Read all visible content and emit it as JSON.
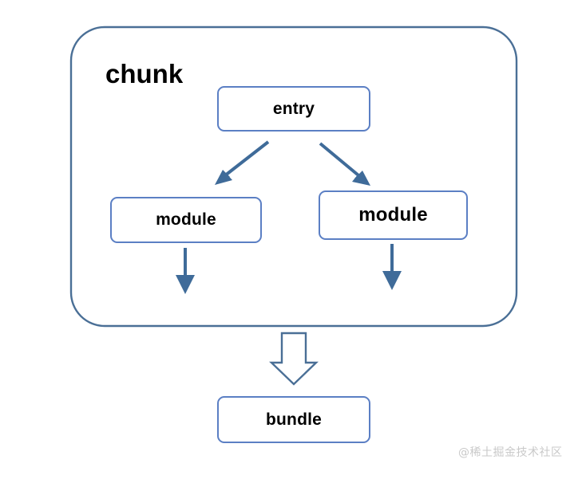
{
  "diagram": {
    "title_label": "chunk",
    "container": {
      "name": "chunk-container",
      "border_color": "#4a6f96",
      "corner_radius": 42
    },
    "nodes": [
      {
        "id": "entry",
        "label": "entry",
        "border_color": "#5b7fc4"
      },
      {
        "id": "module-left",
        "label": "module",
        "border_color": "#5b7fc4"
      },
      {
        "id": "module-right",
        "label": "module",
        "border_color": "#5b7fc4"
      },
      {
        "id": "bundle",
        "label": "bundle",
        "border_color": "#5b7fc4"
      }
    ],
    "connectors": [
      {
        "id": "entry-to-module-left",
        "style": "solid-arrow",
        "color": "#3f6b99",
        "from": "entry",
        "to": "module-left"
      },
      {
        "id": "entry-to-module-right",
        "style": "solid-arrow",
        "color": "#3f6b99",
        "from": "entry",
        "to": "module-right"
      },
      {
        "id": "module-left-down",
        "style": "solid-arrow",
        "color": "#3f6b99",
        "from": "module-left",
        "to": ""
      },
      {
        "id": "module-right-down",
        "style": "solid-arrow",
        "color": "#3f6b99",
        "from": "module-right",
        "to": ""
      },
      {
        "id": "chunk-to-bundle",
        "style": "hollow-arrow",
        "color": "#4a6f96",
        "from": "chunk",
        "to": "bundle"
      }
    ],
    "watermark": "@稀土掘金技术社区"
  }
}
